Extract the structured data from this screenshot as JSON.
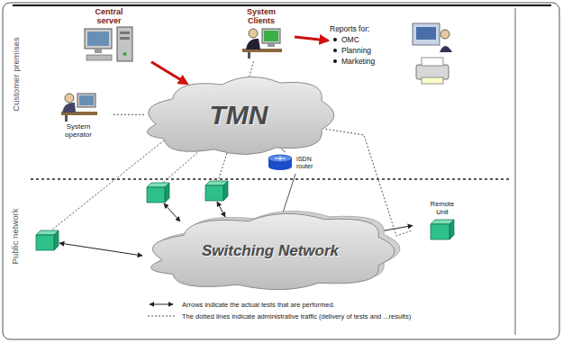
{
  "diagram": {
    "nodes": [
      {
        "text": [
          "Central server"
        ]
      },
      {
        "text": [
          "System Clients"
        ]
      },
      {
        "text": [
          "Reports for:",
          "OMC",
          "Planning",
          "Marketing"
        ]
      },
      {
        "text": [
          "System operator"
        ]
      },
      {
        "text": [
          "TMN"
        ]
      },
      {
        "text": [
          "ISDN router"
        ]
      },
      {
        "text": [
          "Remote Unit"
        ]
      },
      {
        "text": [
          "Switching Network"
        ]
      }
    ],
    "edges": [
      {
        "from": 0,
        "to": 4,
        "arrow": "to"
      },
      {
        "from": 3,
        "to": 4,
        "arrow": "none"
      },
      {
        "from": 1,
        "to": 4,
        "arrow": "none"
      },
      {
        "from": 1,
        "to": 2,
        "arrow": "to"
      },
      {
        "from": 4,
        "to": 5,
        "arrow": "none"
      },
      {
        "from": 4,
        "to": 6,
        "arrow": "none"
      },
      {
        "from": 5,
        "to": 7,
        "arrow": "none"
      },
      {
        "from": 6,
        "to": 7,
        "arrow": "both"
      }
    ],
    "labels": [
      "Customer premises",
      "Public network"
    ],
    "legend": [
      {
        "text": "Arrows indicate the actual tests that are performed."
      },
      {
        "text": "The dotted lines indicate administrative traffic (delivery of tests and ...results)"
      }
    ]
  }
}
